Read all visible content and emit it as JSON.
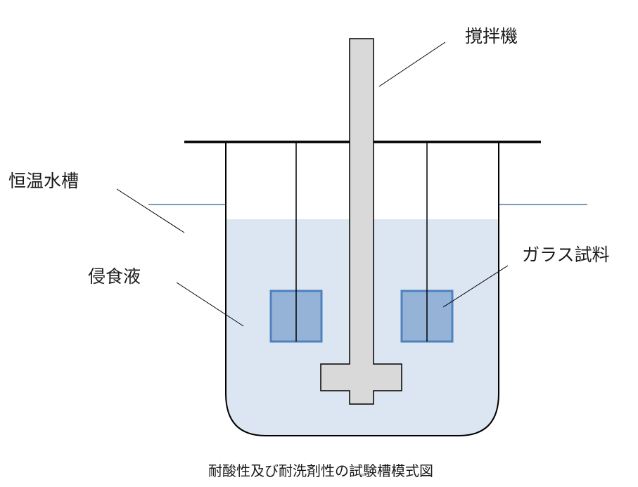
{
  "labels": {
    "stirrer": "撹拌機",
    "thermostatic_bath": "恒温水槽",
    "immersion_liquid": "侵食液",
    "glass_sample": "ガラス試料"
  },
  "caption": "耐酸性及び耐洗剤性の試験槽模式図",
  "colors": {
    "liquid": "#dce6f2",
    "sample_fill": "#95b3d7",
    "sample_stroke": "#4f81bd",
    "stirrer_fill": "#d9d9d9",
    "outline": "#000000",
    "bath_water_line": "#4a7ba8"
  }
}
